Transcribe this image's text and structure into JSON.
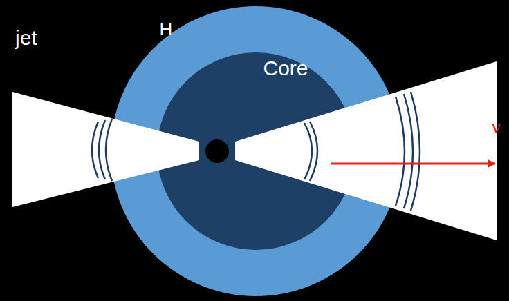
{
  "diagram": {
    "nodes": [
      {
        "text": [
          "H"
        ]
      },
      {
        "text": [
          "Core"
        ],
        "in": 0
      }
    ],
    "labels": [
      "jet",
      "ν"
    ]
  }
}
